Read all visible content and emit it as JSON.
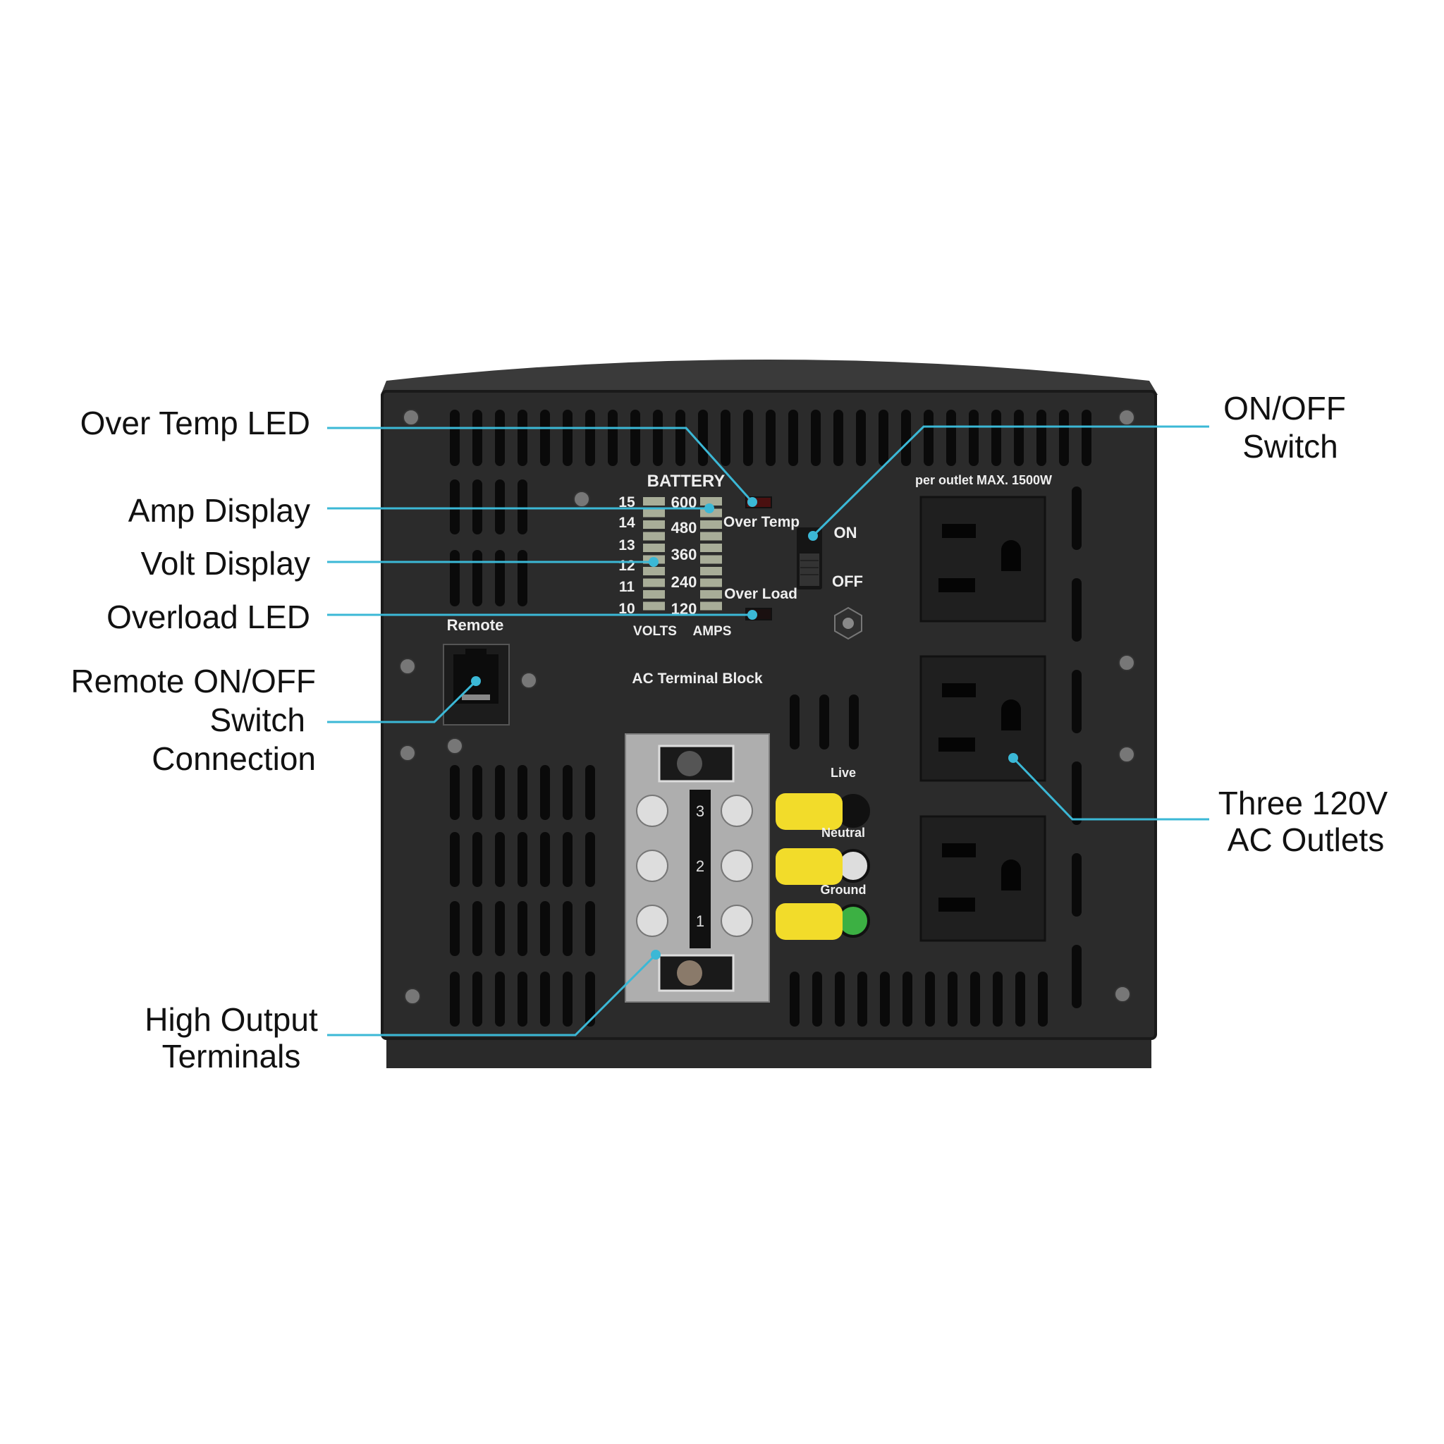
{
  "callouts": {
    "over_temp_led": "Over Temp LED",
    "amp_display": "Amp Display",
    "volt_display": "Volt Display",
    "overload_led": "Overload LED",
    "remote_line1": "Remote ON/OFF",
    "remote_line2": "Switch",
    "remote_line3": "Connection",
    "terminals_line1": "High Output",
    "terminals_line2": "Terminals",
    "switch_line1": "ON/OFF",
    "switch_line2": "Switch",
    "outlets_line1": "Three 120V",
    "outlets_line2": "AC Outlets"
  },
  "panel": {
    "battery": "BATTERY",
    "volt_scale": [
      "15",
      "14",
      "13",
      "12",
      "11",
      "10"
    ],
    "amp_scale": [
      "600",
      "480",
      "360",
      "240",
      "120"
    ],
    "volts": "VOLTS",
    "amps": "AMPS",
    "over_temp": "Over Temp",
    "over_load": "Over Load",
    "on": "ON",
    "off": "OFF",
    "outlet_rating": "per outlet MAX. 1500W",
    "remote": "Remote",
    "ac_terminal_block": "AC Terminal Block",
    "terminal_numbers": [
      "3",
      "2",
      "1"
    ],
    "live": "Live",
    "neutral": "Neutral",
    "ground": "Ground"
  },
  "colors": {
    "callout_line": "#3bb8d6",
    "panel": "#2b2b2b",
    "wire_yellow": "#f2dc2a",
    "ground_green": "#3cb043"
  }
}
